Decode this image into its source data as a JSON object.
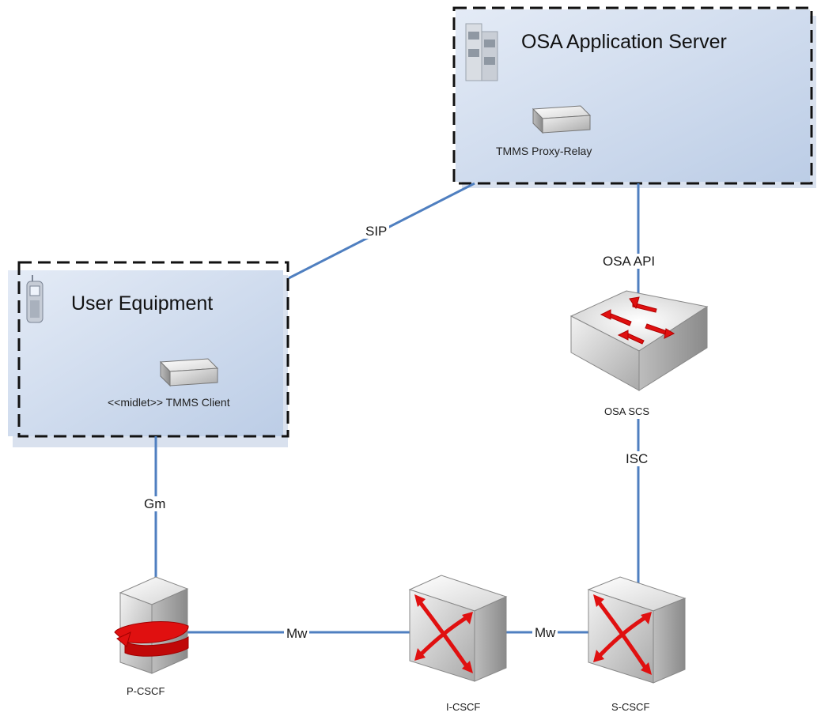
{
  "groups": {
    "osa_app_server": {
      "title": "OSA Application Server",
      "component": "TMMS Proxy-Relay",
      "icon": "server-rack-icon"
    },
    "user_equipment": {
      "title": "User Equipment",
      "component": "<<midlet>> TMMS Client",
      "icon": "mobile-phone-icon"
    }
  },
  "links": {
    "sip": "SIP",
    "osa_api": "OSA API",
    "isc": "ISC",
    "gm": "Gm",
    "mw_left": "Mw",
    "mw_right": "Mw"
  },
  "nodes": {
    "osa_scs": "OSA SCS",
    "p_cscf": "P-CSCF",
    "i_cscf": "I-CSCF",
    "s_cscf": "S-CSCF"
  },
  "colors": {
    "group_fill": "#c5d4ea",
    "link_line": "#4f7fc0",
    "arrow_red": "#e01010",
    "device_grey": "#cfcfcf"
  }
}
